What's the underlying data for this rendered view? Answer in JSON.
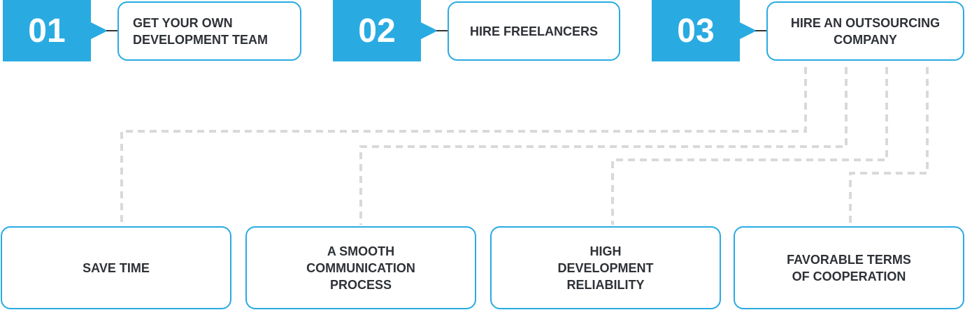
{
  "steps": [
    {
      "number": "01",
      "label": "GET YOUR OWN DEVELOPMENT TEAM"
    },
    {
      "number": "02",
      "label": "HIRE FREELANCERS"
    },
    {
      "number": "03",
      "label": "HIRE AN OUTSOURCING COMPANY"
    }
  ],
  "benefits": [
    {
      "label": "SAVE TIME"
    },
    {
      "label": "A SMOOTH COMMUNICATION PROCESS"
    },
    {
      "label": "HIGH DEVELOPMENT RELIABILITY"
    },
    {
      "label": "FAVORABLE TERMS OF COOPERATION"
    }
  ],
  "colors": {
    "accent": "#29abe2",
    "text": "#2e3136",
    "connector": "#d9d9d9"
  }
}
